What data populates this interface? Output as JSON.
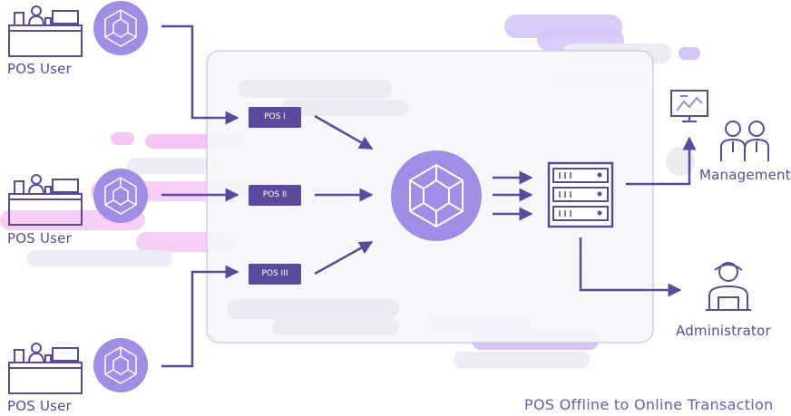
{
  "users": [
    {
      "label": "POS User"
    },
    {
      "label": "POS User"
    },
    {
      "label": "POS User"
    }
  ],
  "terminals": [
    {
      "label": "POS I"
    },
    {
      "label": "POS II"
    },
    {
      "label": "POS III"
    }
  ],
  "management": {
    "label": "Management"
  },
  "administrator": {
    "label": "Administrator"
  },
  "caption": "POS Offline to Online Transaction",
  "colors": {
    "primary": "#5b4a9c",
    "accent_purple": "#a18ce6",
    "pink_cloud": "#f6c7f4",
    "lavender_cloud": "#d5c6f7",
    "panel_bg": "#f6f6fb",
    "panel_border": "#cfc7ea"
  },
  "icons": {
    "user": "cashier-desk-icon",
    "cube": "blockchain-cube-icon",
    "server": "server-rack-icon",
    "monitor": "chart-monitor-icon",
    "team": "people-group-icon",
    "admin": "administrator-laptop-icon"
  }
}
